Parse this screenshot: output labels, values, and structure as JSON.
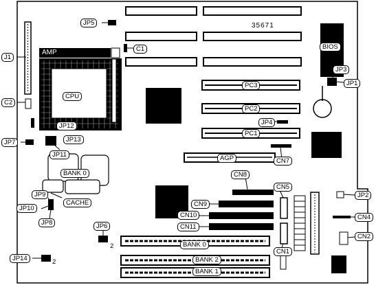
{
  "board_number": "35671",
  "cpu": {
    "socket_label": "AMP",
    "chip_label": "CPU"
  },
  "bios_label": "BIOS",
  "slots": {
    "pci": [
      "PC1",
      "PC2",
      "PC3"
    ],
    "agp": "AGP"
  },
  "cache": {
    "bank_label": "BANK 0",
    "cache_label": "CACHE"
  },
  "memory_banks": [
    "BANK 0",
    "BANK 2",
    "BANK 1"
  ],
  "connectors": [
    "CN1",
    "CN2",
    "CN4",
    "CN5",
    "CN7",
    "CN8",
    "CN9",
    "CN10",
    "CN11"
  ],
  "jumpers": [
    "JP1",
    "JP2",
    "JP3",
    "JP4",
    "JP5",
    "JP6",
    "JP7",
    "JP8",
    "JP9",
    "JP10",
    "JP11",
    "JP12",
    "JP13",
    "JP14"
  ],
  "misc_labels": {
    "j1": "J1",
    "c1": "C1",
    "c2": "C2"
  },
  "pin_marks": {
    "jp6_pin": "2",
    "jp14_pin": "2"
  }
}
